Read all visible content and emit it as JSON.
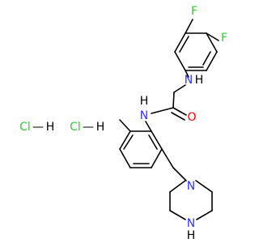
{
  "molecule": {
    "atom_labels": {
      "f_top": "F",
      "f_right": "F",
      "nh_amine": "N",
      "nh_amine_h": "H",
      "o_carbonyl": "O",
      "n_amide": "N",
      "h_amide": "H",
      "n_pip_1": "N",
      "n_pip_4": "N",
      "h_pip_4": "H"
    },
    "salts": [
      {
        "cl": "Cl",
        "dash": "—",
        "h": "H"
      },
      {
        "cl": "Cl",
        "dash": "—",
        "h": "H"
      }
    ]
  },
  "colors": {
    "bond": "#000000",
    "fluorine": "#33cc33",
    "nitrogen": "#3333ff",
    "oxygen": "#ff0000",
    "chlorine": "#33cc33",
    "hydrogen": "#000000"
  }
}
